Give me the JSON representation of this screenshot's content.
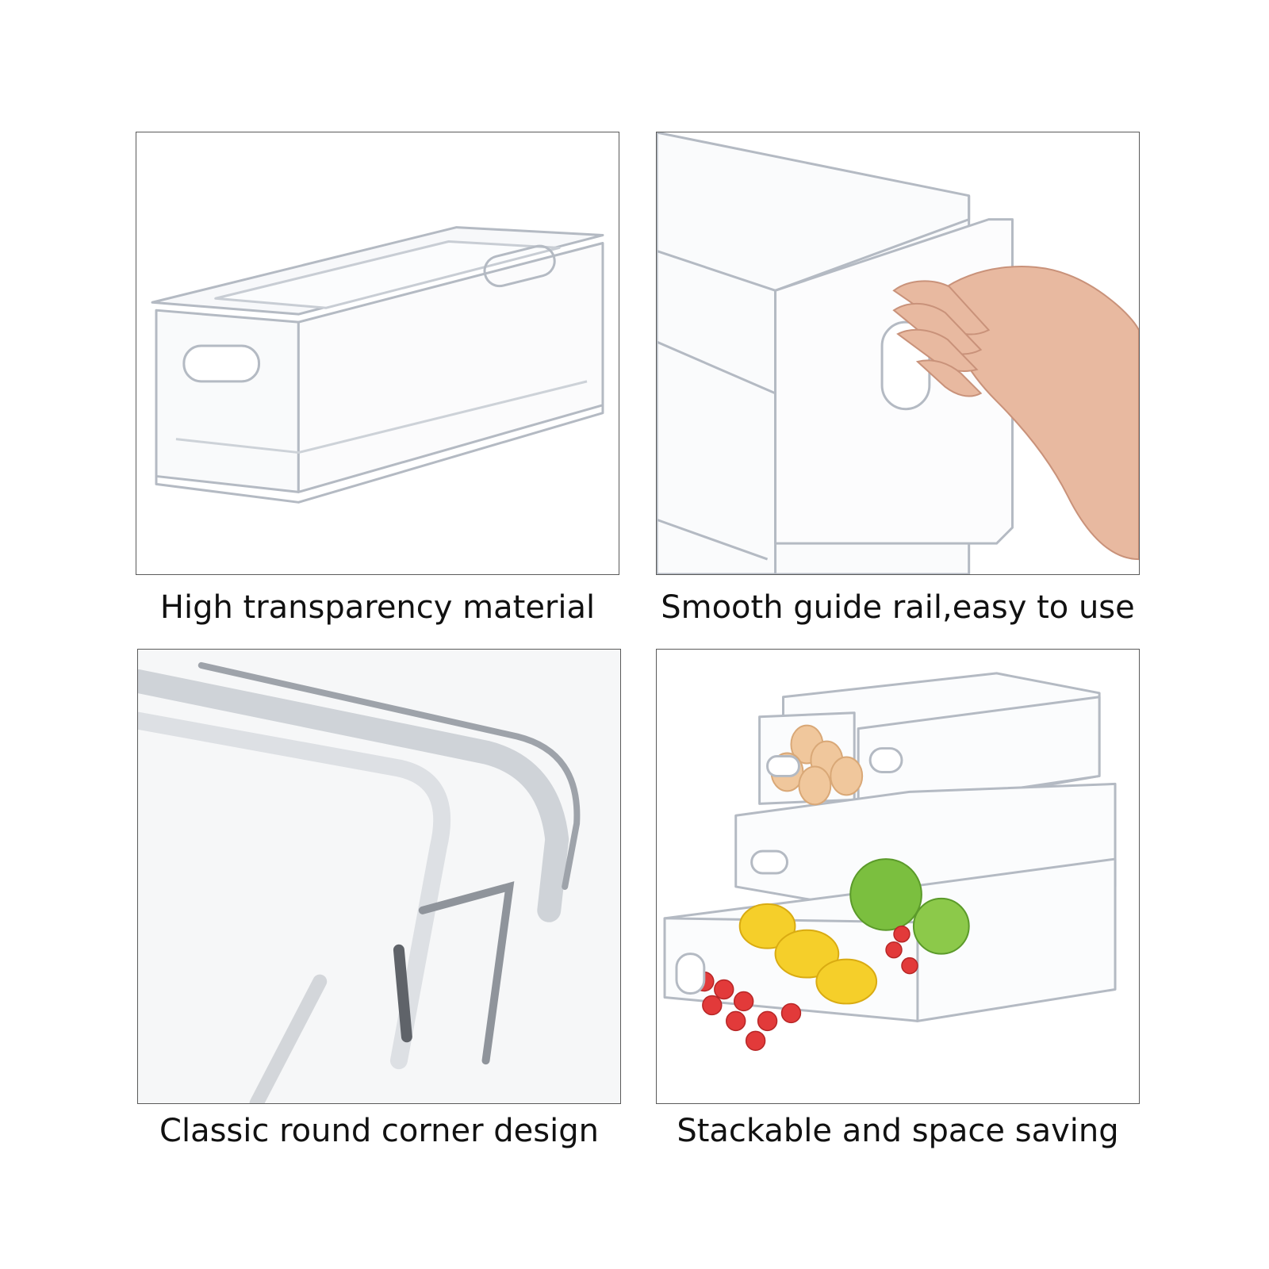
{
  "panels": [
    {
      "caption": "High transparency material",
      "image": "clear-storage-bin-with-lid"
    },
    {
      "caption": "Smooth guide rail,easy to use",
      "image": "hand-pulling-drawer-handle"
    },
    {
      "caption": "Classic round corner design",
      "image": "rounded-corner-closeup"
    },
    {
      "caption": "Stackable and space saving",
      "image": "stacked-drawers-with-fruit"
    }
  ],
  "colors": {
    "border": "#5a5a5a",
    "plastic_edge": "#b9bec6",
    "text": "#111111"
  }
}
